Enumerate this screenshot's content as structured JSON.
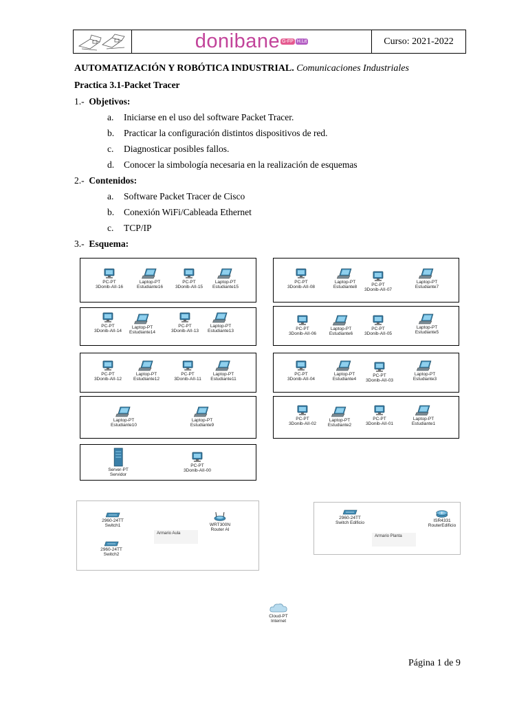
{
  "header": {
    "brand": "donibane",
    "badge1": "G-FP",
    "badge2": "H.Lit",
    "course": "Curso: 2021-2022"
  },
  "document": {
    "title_bold": "AUTOMATIZACIÓN Y ROBÓTICA INDUSTRIAL.",
    "title_italic": "Comunicaciones Industriales",
    "practice": "Practica 3.1-Packet Tracer",
    "sections": [
      {
        "number": "1.-",
        "heading": "Objetivos:",
        "items": [
          {
            "letter": "a.",
            "text": "Iniciarse en el uso del software Packet Tracer."
          },
          {
            "letter": "b.",
            "text": "Practicar la configuración distintos dispositivos de red."
          },
          {
            "letter": "c.",
            "text": "Diagnosticar posibles fallos."
          },
          {
            "letter": "d.",
            "text": "Conocer la simbología necesaria en la realización de esquemas"
          }
        ]
      },
      {
        "number": "2.-",
        "heading": "Contenidos:",
        "items": [
          {
            "letter": "a.",
            "text": "Software Packet Tracer de Cisco"
          },
          {
            "letter": "b.",
            "text": "Conexión WiFi/Cableada Ethernet"
          },
          {
            "letter": "c.",
            "text": "TCP/IP"
          }
        ]
      },
      {
        "number": "3.-",
        "heading": "Esquema:",
        "items": []
      }
    ]
  },
  "diagram": {
    "boxes": [
      {
        "devices": [
          {
            "icon": "pc-icon",
            "type": "PC-PT",
            "name": "3Donib-AII-16"
          },
          {
            "icon": "laptop-icon",
            "type": "Laptop-PT",
            "name": "Estudiante16"
          },
          {
            "icon": "pc-icon",
            "type": "PC-PT",
            "name": "3Donib-AII-15"
          },
          {
            "icon": "laptop-icon",
            "type": "Laptop-PT",
            "name": "Estudiante15"
          }
        ]
      },
      {
        "devices": [
          {
            "icon": "pc-icon",
            "type": "PC-PT",
            "name": "3Donib-AII-08"
          },
          {
            "icon": "laptop-icon",
            "type": "Laptop-PT",
            "name": "Estudiante8"
          },
          {
            "icon": "pc-icon",
            "type": "PC-PT",
            "name": "3Donib-AII-07"
          },
          {
            "icon": "laptop-icon",
            "type": "Laptop-PT",
            "name": "Estudiante7"
          }
        ]
      },
      {
        "devices": [
          {
            "icon": "pc-icon",
            "type": "PC-PT",
            "name": "3Donib-AII-14"
          },
          {
            "icon": "laptop-icon",
            "type": "Laptop-PT",
            "name": "Estudiante14"
          },
          {
            "icon": "pc-icon",
            "type": "PC-PT",
            "name": "3Donib-AII-13"
          },
          {
            "icon": "laptop-icon",
            "type": "Laptop-PT",
            "name": "Estudiante13"
          }
        ]
      },
      {
        "devices": [
          {
            "icon": "pc-icon",
            "type": "PC-PT",
            "name": "3Donib-AII-06"
          },
          {
            "icon": "laptop-icon",
            "type": "Laptop-PT",
            "name": "Estudiante6"
          },
          {
            "icon": "pc-icon",
            "type": "PC-PT",
            "name": "3Donib-AII-05"
          },
          {
            "icon": "laptop-icon",
            "type": "Laptop-PT",
            "name": "Estudiante5"
          }
        ]
      },
      {
        "devices": [
          {
            "icon": "pc-icon",
            "type": "PC-PT",
            "name": "3Donib-AII-12"
          },
          {
            "icon": "laptop-icon",
            "type": "Laptop-PT",
            "name": "Estudiante12"
          },
          {
            "icon": "pc-icon",
            "type": "PC-PT",
            "name": "3Donib-AII-11"
          },
          {
            "icon": "laptop-icon",
            "type": "Laptop-PT",
            "name": "Estudiante11"
          }
        ]
      },
      {
        "devices": [
          {
            "icon": "pc-icon",
            "type": "PC-PT",
            "name": "3Donib-AII-04"
          },
          {
            "icon": "laptop-icon",
            "type": "Laptop-PT",
            "name": "Estudiante4"
          },
          {
            "icon": "pc-icon",
            "type": "PC-PT",
            "name": "3Donib-AII-03"
          },
          {
            "icon": "laptop-icon",
            "type": "Laptop-PT",
            "name": "Estudiante3"
          }
        ]
      },
      {
        "devices": [
          {
            "icon": "laptop-icon",
            "type": "Laptop-PT",
            "name": "Estudiante10"
          },
          {
            "icon": "laptop-icon",
            "type": "Laptop-PT",
            "name": "Estudiante9"
          }
        ]
      },
      {
        "devices": [
          {
            "icon": "pc-icon",
            "type": "PC-PT",
            "name": "3Donib-AII-02"
          },
          {
            "icon": "laptop-icon",
            "type": "Laptop-PT",
            "name": "Estudiante2"
          },
          {
            "icon": "pc-icon",
            "type": "PC-PT",
            "name": "3Donib-AII-01"
          },
          {
            "icon": "laptop-icon",
            "type": "Laptop-PT",
            "name": "Estudiante1"
          }
        ]
      },
      {
        "devices": [
          {
            "icon": "server-icon",
            "type": "Server-PT",
            "name": "Servidor"
          },
          {
            "icon": "pc-icon",
            "type": "PC-PT",
            "name": "3Donib-AII-00"
          }
        ]
      }
    ],
    "closet_aula": {
      "label": "Armario Aula",
      "devices": [
        {
          "icon": "switch-icon",
          "type": "2960-24TT",
          "name": "Switch1"
        },
        {
          "icon": "router-wifi-icon",
          "type": "WRT300N",
          "name": "Router AI"
        },
        {
          "icon": "switch-icon",
          "type": "2960-24TT",
          "name": "Switch2"
        }
      ]
    },
    "closet_planta": {
      "label": "Armario Planta",
      "devices": [
        {
          "icon": "switch-icon",
          "type": "2960-24TT",
          "name": "Switch Edificio"
        },
        {
          "icon": "router-icon",
          "type": "ISR4331",
          "name": "RouterEdificio"
        }
      ]
    },
    "cloud": {
      "icon": "cloud-icon",
      "type": "Cloud-PT",
      "name": "Internet"
    }
  },
  "footer": {
    "page": "Página 1 de 9"
  }
}
